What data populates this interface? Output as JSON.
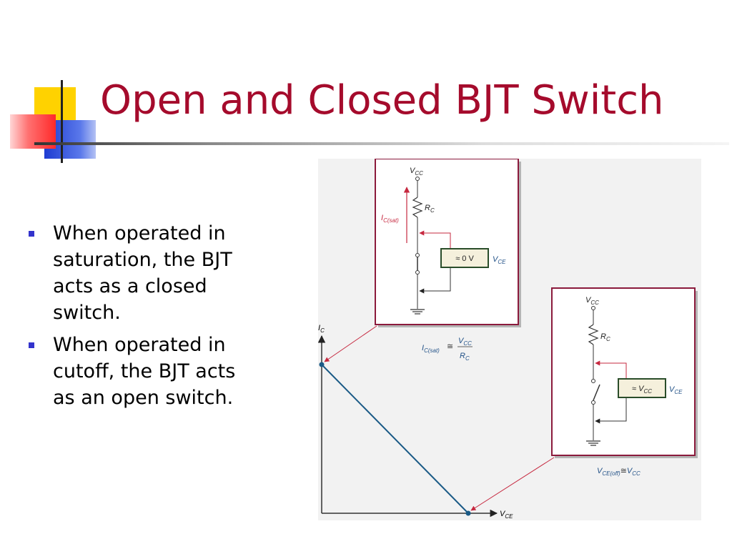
{
  "slide": {
    "title": "Open and Closed BJT Switch",
    "bullets": [
      "When operated in saturation, the BJT acts as a closed switch.",
      "When operated in cutoff, the BJT acts as an open switch."
    ]
  },
  "figure": {
    "axis_y": {
      "main": "I",
      "sub": "C"
    },
    "axis_x": {
      "main": "V",
      "sub": "CE"
    },
    "sat_point_label": {
      "main": "I",
      "sub": "C(sat)",
      "approx": "≅",
      "num": "V",
      "num_sub": "CC",
      "den": "R",
      "den_sub": "C"
    },
    "cutoff_point_label": {
      "main": "V",
      "sub": "CE(off)",
      "approx": "≅",
      "rhs": "V",
      "rhs_sub": "CC"
    },
    "saturation_circuit": {
      "supply": {
        "main": "V",
        "sub": "CC"
      },
      "resistor": {
        "main": "R",
        "sub": "C"
      },
      "current": {
        "main": "I",
        "sub": "C(sat)"
      },
      "meter": "≈ 0 V",
      "meter_label": {
        "main": "V",
        "sub": "CE"
      }
    },
    "cutoff_circuit": {
      "supply": {
        "main": "V",
        "sub": "CC"
      },
      "resistor": {
        "main": "R",
        "sub": "C"
      },
      "meter": {
        "prefix": "≈ ",
        "main": "V",
        "sub": "CC"
      },
      "meter_label": {
        "main": "V",
        "sub": "CE"
      }
    },
    "colors": {
      "load_line": "#1a5a86",
      "arrow": "#c6283f",
      "panel_border": "#8b1a3c",
      "meter_border": "#2a4d2a",
      "meter_fill": "#f5f0dc",
      "label_blue": "#1f4f86"
    }
  }
}
